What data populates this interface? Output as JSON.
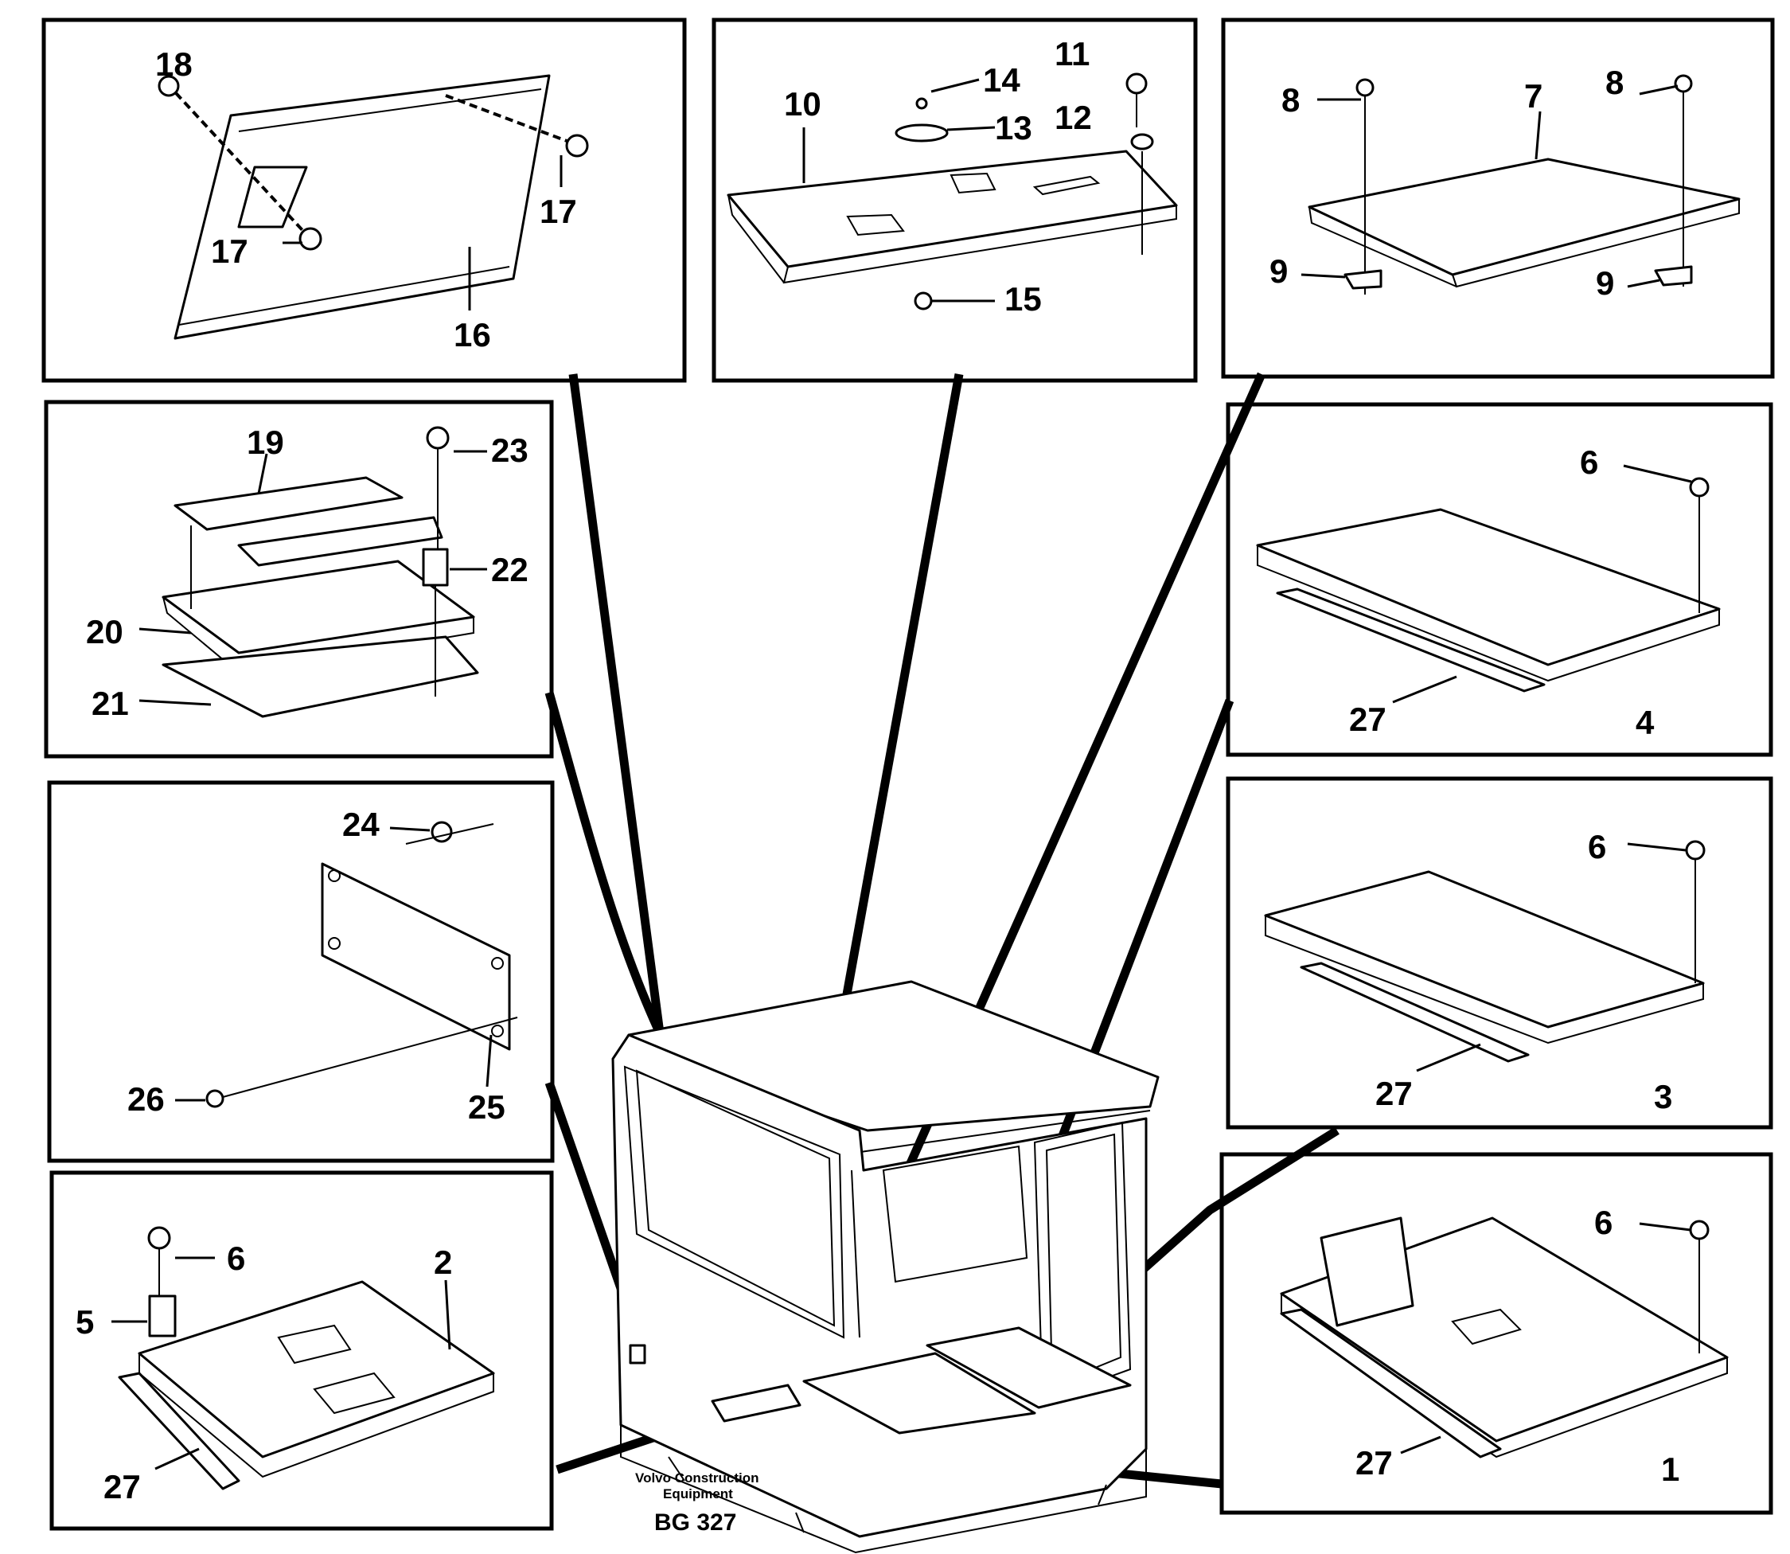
{
  "diagram": {
    "publisher_line1": "Volvo Construction",
    "publisher_line2": "Equipment",
    "code": "BG 327"
  },
  "panels": {
    "top_left": {
      "labels": [
        "18",
        "17",
        "17",
        "16"
      ]
    },
    "top_center": {
      "labels": [
        "10",
        "11",
        "12",
        "13",
        "14",
        "15"
      ]
    },
    "top_right": {
      "labels": [
        "8",
        "8",
        "7",
        "9",
        "9"
      ]
    },
    "mid_left": {
      "labels": [
        "19",
        "23",
        "22",
        "20",
        "21"
      ]
    },
    "mid_right_1": {
      "labels": [
        "6",
        "27",
        "4"
      ]
    },
    "left_3": {
      "labels": [
        "24",
        "26",
        "25"
      ]
    },
    "mid_right_2": {
      "labels": [
        "6",
        "27",
        "3"
      ]
    },
    "bottom_left": {
      "labels": [
        "6",
        "2",
        "5",
        "27"
      ]
    },
    "bottom_right": {
      "labels": [
        "6",
        "27",
        "1"
      ]
    }
  }
}
